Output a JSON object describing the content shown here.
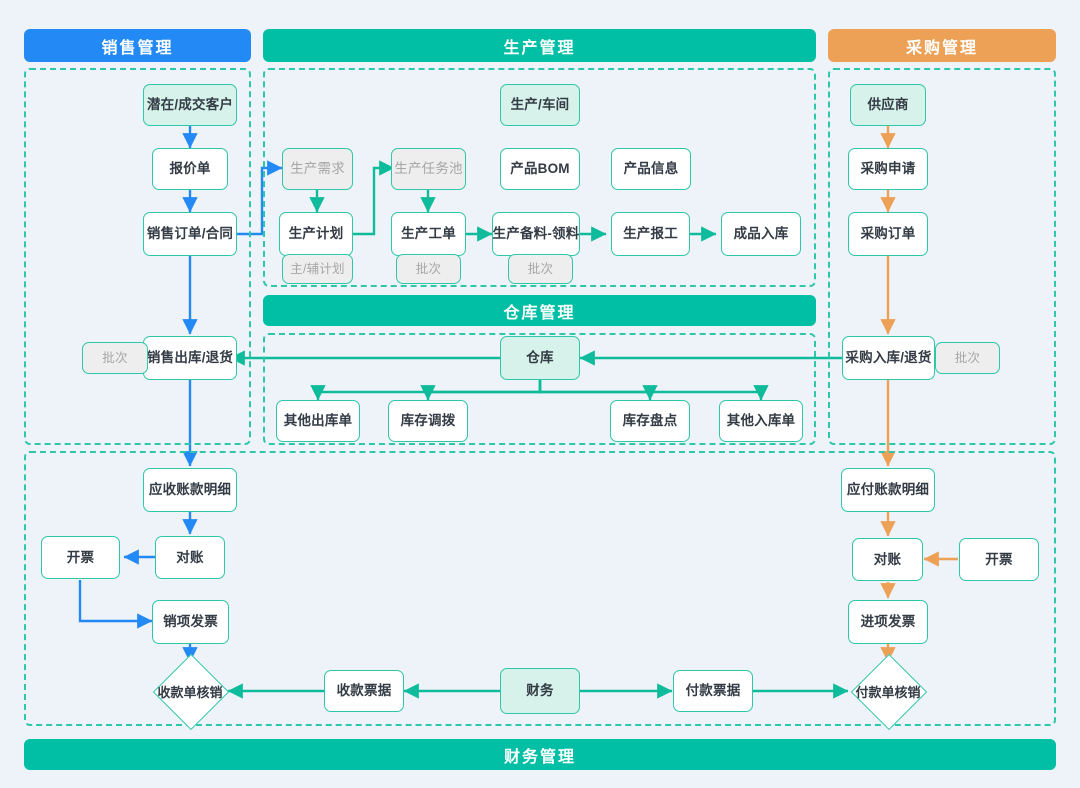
{
  "colors": {
    "sales_accent": "#2389f5",
    "production_accent": "#00bfa5",
    "purchase_accent": "#eda156",
    "node_border": "#2ec7a9",
    "mint_fill": "#d7f2ea",
    "muted_fill": "#eeeeee",
    "muted_text": "#a6a6a6",
    "page_bg": "#eef3fa"
  },
  "headers": {
    "sales": "销售管理",
    "production": "生产管理",
    "purchase": "采购管理",
    "warehouse": "仓库管理",
    "finance": "财务管理"
  },
  "sales": {
    "nodes": [
      {
        "id": "customer",
        "label": "潜在/成交客户",
        "style": "mint"
      },
      {
        "id": "quotation",
        "label": "报价单",
        "style": "plain"
      },
      {
        "id": "sales_order",
        "label": "销售订单/合同",
        "style": "plain"
      },
      {
        "id": "sales_out",
        "label": "销售出库/退货",
        "style": "plain"
      },
      {
        "id": "sales_out_tag",
        "label": "批次",
        "style": "tag"
      }
    ]
  },
  "production": {
    "nodes": [
      {
        "id": "workshop",
        "label": "生产/车间",
        "style": "mint"
      },
      {
        "id": "prod_demand",
        "label": "生产需求",
        "style": "muted"
      },
      {
        "id": "task_pool",
        "label": "生产任务池",
        "style": "muted"
      },
      {
        "id": "product_bom",
        "label": "产品BOM",
        "style": "plain"
      },
      {
        "id": "product_info",
        "label": "产品信息",
        "style": "plain"
      },
      {
        "id": "prod_plan",
        "label": "生产计划",
        "style": "plain"
      },
      {
        "id": "work_order",
        "label": "生产工单",
        "style": "plain"
      },
      {
        "id": "picking",
        "label": "生产备料-领料",
        "style": "plain"
      },
      {
        "id": "report_work",
        "label": "生产报工",
        "style": "plain"
      },
      {
        "id": "fg_in",
        "label": "成品入库",
        "style": "plain"
      },
      {
        "id": "plan_tag",
        "label": "主/辅计划",
        "style": "tag"
      },
      {
        "id": "wo_tag",
        "label": "批次",
        "style": "tag"
      },
      {
        "id": "pick_tag",
        "label": "批次",
        "style": "tag"
      }
    ]
  },
  "purchase": {
    "nodes": [
      {
        "id": "supplier",
        "label": "供应商",
        "style": "mint"
      },
      {
        "id": "pr",
        "label": "采购申请",
        "style": "plain"
      },
      {
        "id": "po",
        "label": "采购订单",
        "style": "plain"
      },
      {
        "id": "purchase_in",
        "label": "采购入库/退货",
        "style": "plain"
      },
      {
        "id": "pin_tag",
        "label": "批次",
        "style": "tag"
      }
    ]
  },
  "warehouse": {
    "nodes": [
      {
        "id": "warehouse",
        "label": "仓库",
        "style": "mint"
      },
      {
        "id": "other_out",
        "label": "其他出库单",
        "style": "plain"
      },
      {
        "id": "transfer",
        "label": "库存调拨",
        "style": "plain"
      },
      {
        "id": "stocktake",
        "label": "库存盘点",
        "style": "plain"
      },
      {
        "id": "other_in",
        "label": "其他入库单",
        "style": "plain"
      }
    ]
  },
  "finance": {
    "nodes": [
      {
        "id": "ar_detail",
        "label": "应收账款明细",
        "style": "plain"
      },
      {
        "id": "ar_recon",
        "label": "对账",
        "style": "plain"
      },
      {
        "id": "ar_invoice",
        "label": "开票",
        "style": "plain"
      },
      {
        "id": "out_invoice",
        "label": "销项发票",
        "style": "plain"
      },
      {
        "id": "ap_detail",
        "label": "应付账款明细",
        "style": "plain"
      },
      {
        "id": "ap_recon",
        "label": "对账",
        "style": "plain"
      },
      {
        "id": "ap_invoice",
        "label": "开票",
        "style": "plain"
      },
      {
        "id": "in_invoice",
        "label": "进项发票",
        "style": "plain"
      },
      {
        "id": "receipt_doc",
        "label": "收款票据",
        "style": "plain"
      },
      {
        "id": "payment_doc",
        "label": "付款票据",
        "style": "plain"
      },
      {
        "id": "treasury",
        "label": "财务",
        "style": "mint"
      }
    ],
    "diamonds": [
      {
        "id": "receipt_clear",
        "label": "收款单核销"
      },
      {
        "id": "payment_clear",
        "label": "付款单核销"
      }
    ]
  }
}
